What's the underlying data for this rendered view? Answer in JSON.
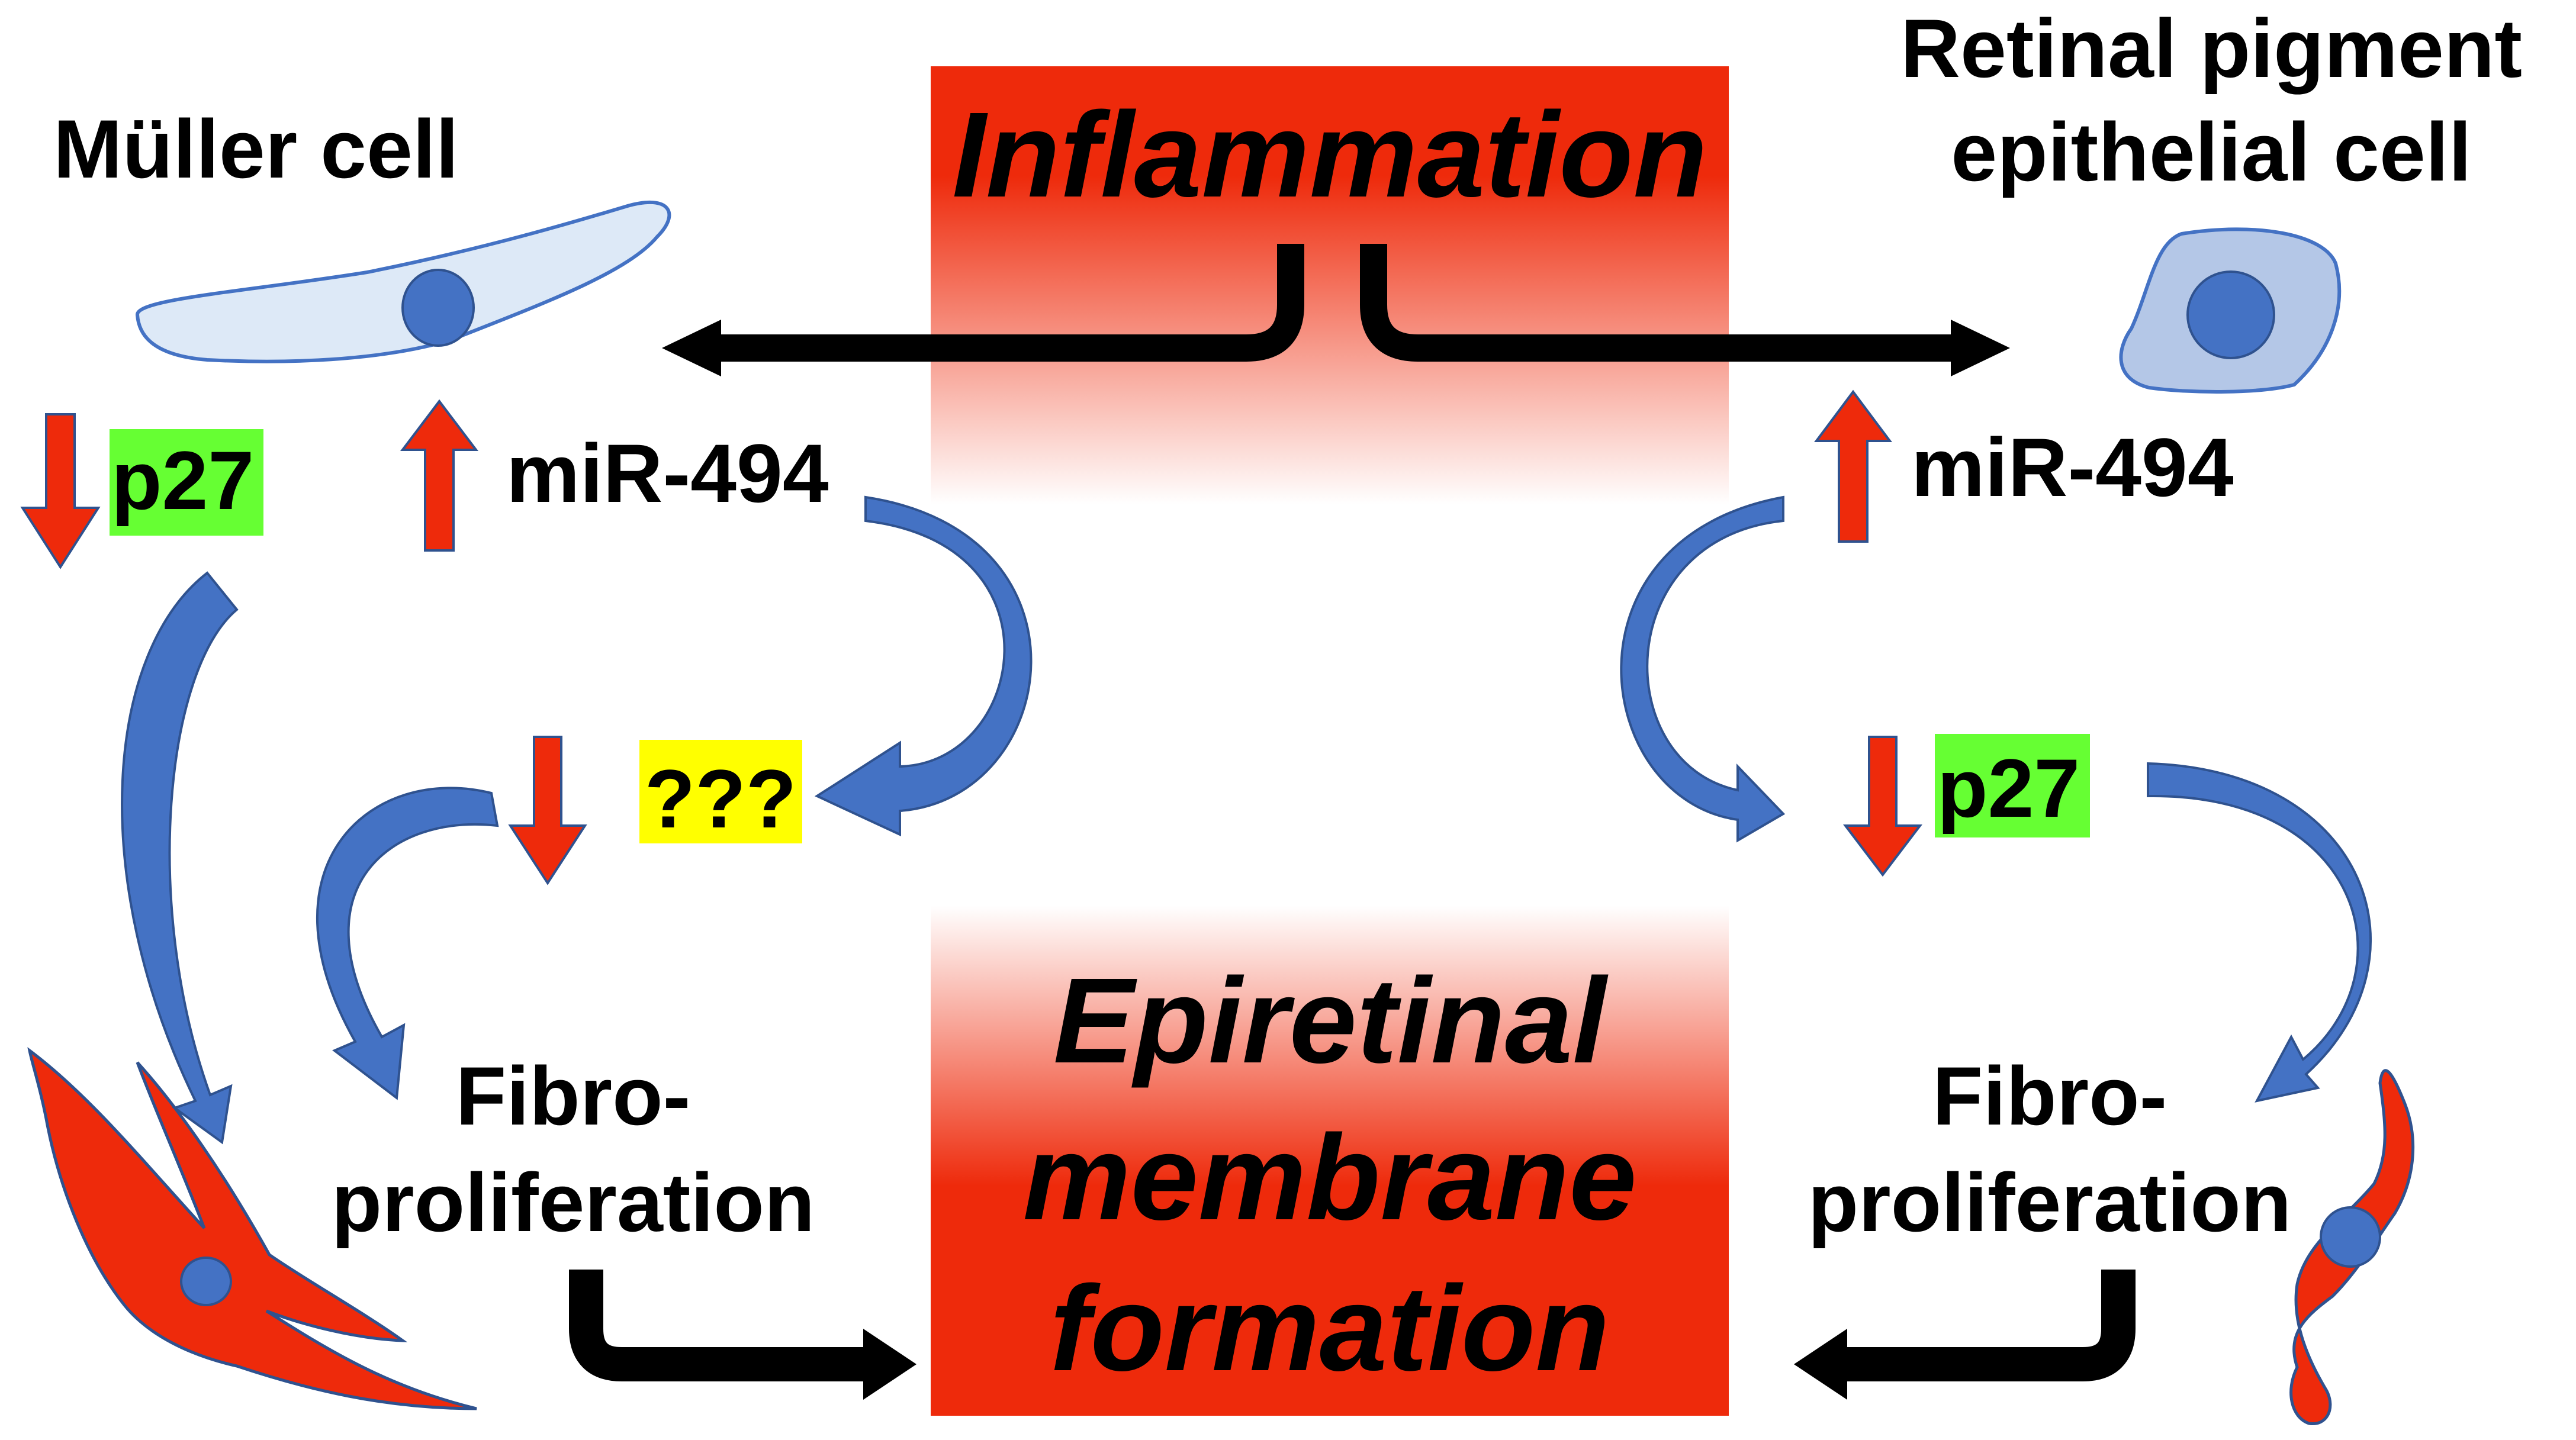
{
  "center": {
    "top_label": "Inflammation",
    "bottom_label_lines": [
      "Epiretinal",
      "membrane",
      "formation"
    ]
  },
  "left": {
    "cell_label": "Müller cell",
    "mirna_label": "miR-494",
    "p27_label": "p27",
    "unknown_label": "???",
    "fibro_lines": [
      "Fibro-",
      "proliferation"
    ]
  },
  "right": {
    "cell_label_lines": [
      "Retinal pigment",
      "epithelial cell"
    ],
    "mirna_label": "miR-494",
    "p27_label": "p27",
    "fibro_lines": [
      "Fibro-",
      "proliferation"
    ]
  },
  "colors": {
    "red": "#ee2a0b",
    "blue_arrow": "#4472c4",
    "nucleus": "#4472c4",
    "muller_cell_fill": "#dde9f7",
    "rpe_cell_fill": "#b4c7e7",
    "p27_highlight": "#66ff33",
    "unknown_highlight": "#ffff00"
  },
  "icons": [
    "up-arrow-icon",
    "down-arrow-icon",
    "curved-arrow-icon",
    "bracket-arrow-icon",
    "elbow-arrow-icon"
  ]
}
